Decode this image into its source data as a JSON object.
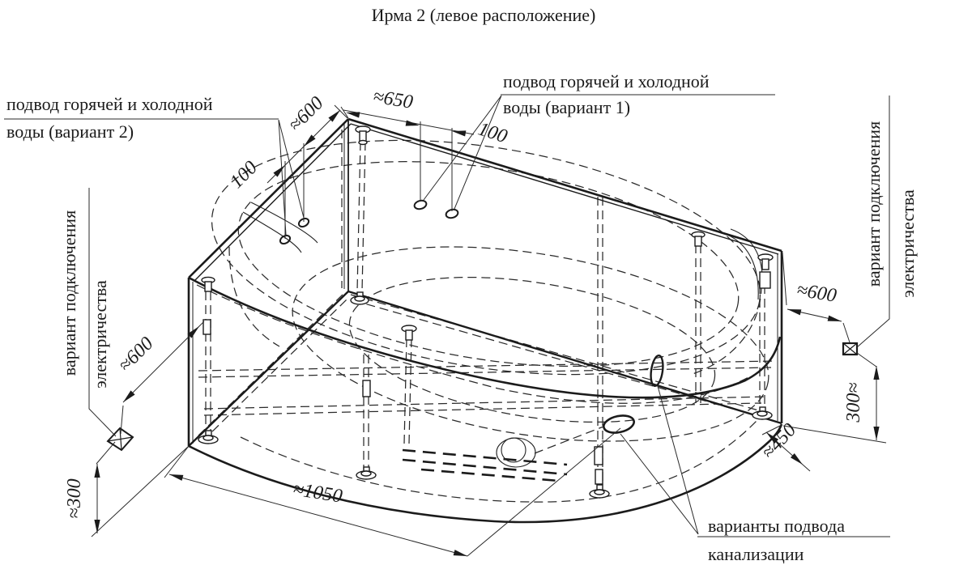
{
  "title": "Ирма 2 (левое расположение)",
  "labels": {
    "water1": {
      "line1": "подвод горячей и холодной",
      "line2": "воды (вариант 1)"
    },
    "water2": {
      "line1": "подвод горячей и холодной",
      "line2": "воды (вариант 2)"
    },
    "electric_left": {
      "line1": "вариант подключения",
      "line2": "электричества"
    },
    "electric_right": {
      "line1": "вариант подключения",
      "line2": "электричества"
    },
    "drain": {
      "line1": "варианты подвода",
      "line2": "канализации"
    }
  },
  "dimensions": {
    "top_left_600": "≈600",
    "top_left_100": "100",
    "top_650": "≈650",
    "top_right_100": "100",
    "bottom_1050": "≈1050",
    "right_450": "≈450",
    "elec_left_600": "≈600",
    "elec_left_300": "≈300",
    "elec_right_600": "≈600",
    "elec_right_300": "300≈"
  },
  "colors": {
    "ink": "#1b1b1b",
    "background": "#ffffff"
  }
}
